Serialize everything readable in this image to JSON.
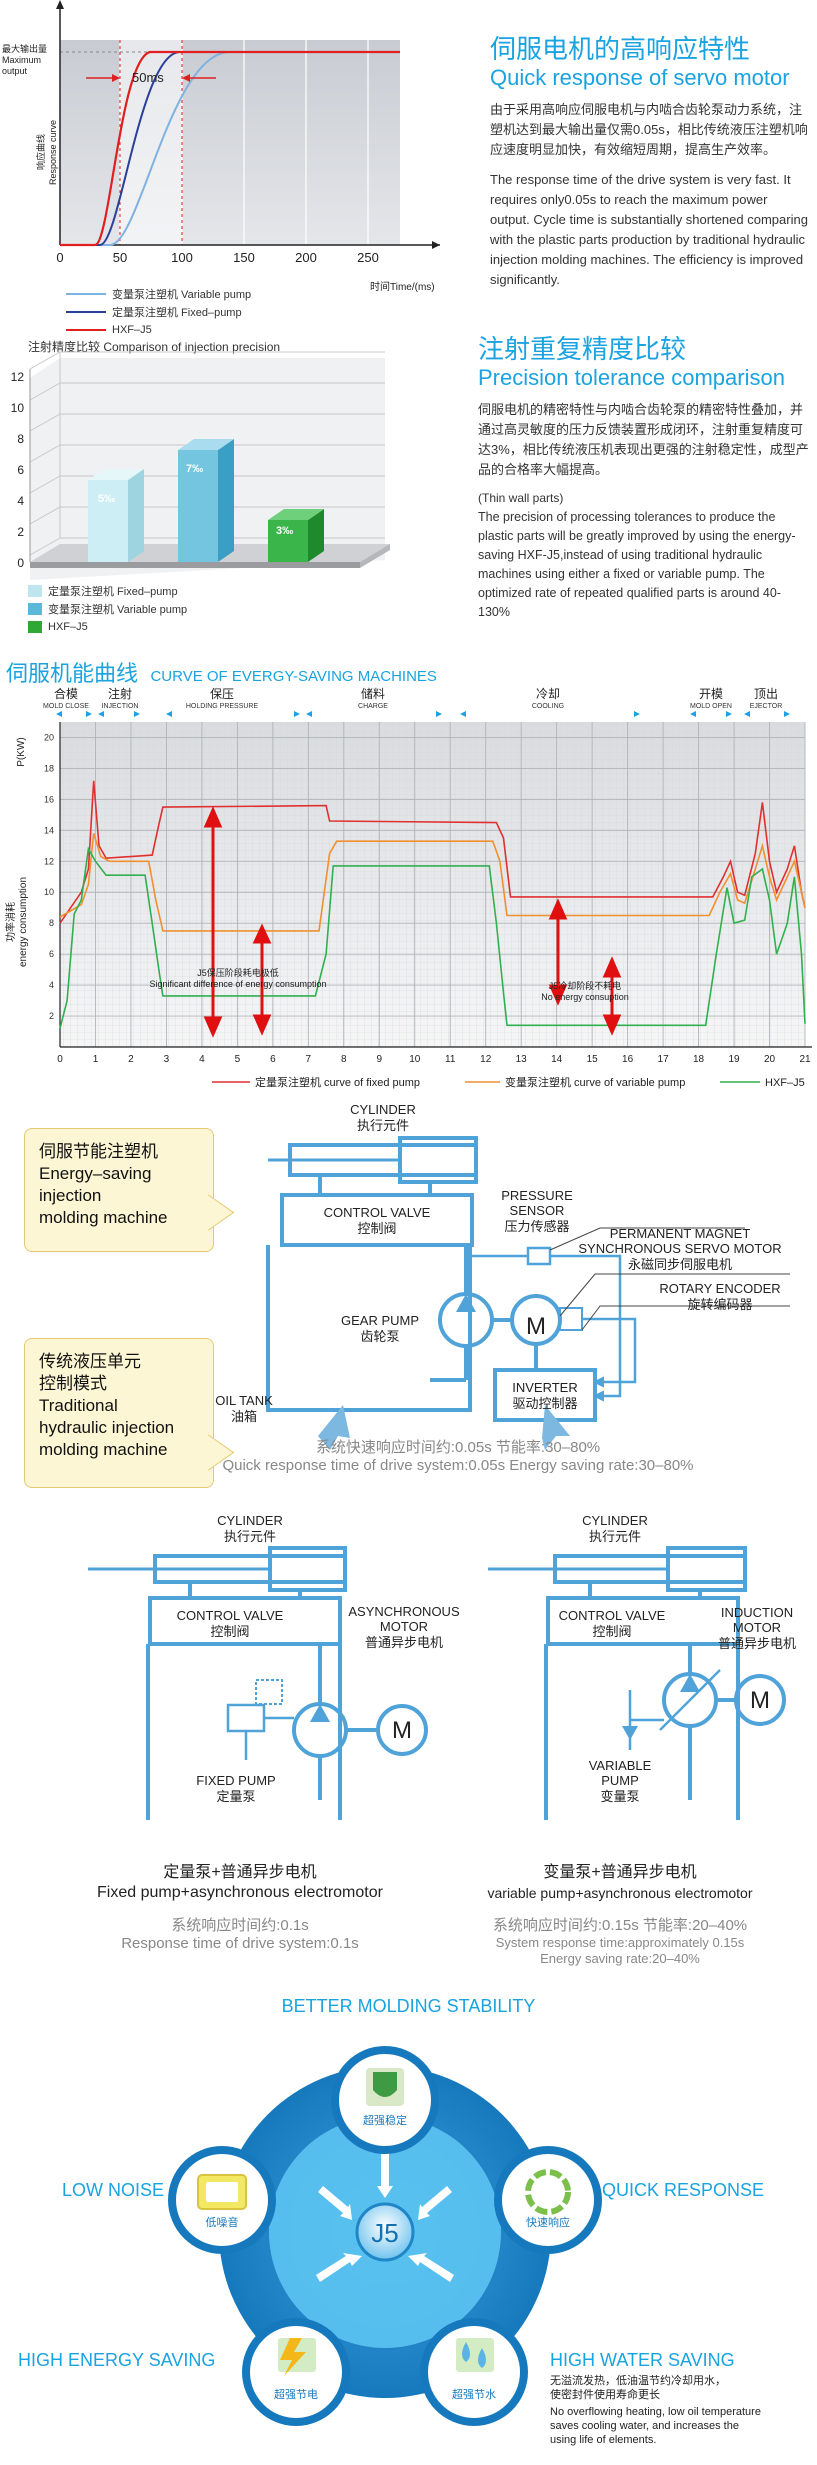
{
  "response_section": {
    "title_cn": "伺服电机的高响应特性",
    "title_en": "Quick response of servo motor",
    "para_cn": "由于采用高响应伺服电机与内啮合齿轮泵动力系统，注塑机达到最大输出量仅需0.05s，相比传统液压注塑机响应速度明显加快，有效缩短周期，提高生产效率。",
    "para_en": "The response time of the drive system is very fast. It requires only0.05s to reach the maximum power output. Cycle time is substantially shortened comparing with the plastic parts production by traditional hydraulic injection molding machines. The efficiency is improved significantly."
  },
  "response_chart": {
    "y_label_cn": "最大输出量",
    "y_label_en1": "Maximum",
    "y_label_en2": "output",
    "y_axis_cn": "响应曲线",
    "y_axis_en": "Response curve",
    "x_label": "时间Time/(ms)",
    "annotation": "50ms",
    "ticks": [
      "0",
      "50",
      "100",
      "150",
      "200",
      "250"
    ],
    "legend": [
      {
        "label": "变量泵注塑机 Variable pump",
        "color": "#7fb2e0"
      },
      {
        "label": "定量泵注塑机 Fixed–pump",
        "color": "#2a3f9a"
      },
      {
        "label": "HXF–J5",
        "color": "#e02020"
      }
    ]
  },
  "precision_chart": {
    "title": "注射精度比较 Comparison of injection precision",
    "y_ticks": [
      "0",
      "2",
      "4",
      "6",
      "8",
      "10",
      "12"
    ],
    "legend": [
      {
        "label": "定量泵注塑机 Fixed–pump",
        "color": "#bfe6ef"
      },
      {
        "label": "变量泵注塑机 Variable pump",
        "color": "#5bb8d8"
      },
      {
        "label": "HXF–J5",
        "color": "#2fa836"
      }
    ]
  },
  "precision_section": {
    "title_cn": "注射重复精度比较",
    "title_en": "Precision tolerance comparison",
    "para_cn": "伺服电机的精密特性与内啮合齿轮泵的精密特性叠加，并通过高灵敏度的压力反馈装置形成闭环，注射重复精度可达3%，相比传统液压机表现出更强的注射稳定性，成型产品的合格率大幅提高。",
    "note": "(Thin wall parts)",
    "para_en": "The precision of processing tolerances to produce the plastic parts will be greatly improved by using the energy-saving HXF-J5,instead of using traditional hydraulic machines using either a fixed or variable pump. The optimized rate of repeated qualified parts is around 40-130%"
  },
  "energy_chart": {
    "title_cn": "伺服机能曲线",
    "title_en": "CURVE OF EVERGY-SAVING MACHINES",
    "y_unit": "P(KW)",
    "y_axis_cn": "功率消耗",
    "y_axis_en": "energy consumption",
    "y_ticks": [
      "2",
      "4",
      "6",
      "8",
      "10",
      "12",
      "14",
      "16",
      "18",
      "20"
    ],
    "x_ticks": [
      "0",
      "1",
      "2",
      "3",
      "4",
      "5",
      "6",
      "7",
      "8",
      "9",
      "10",
      "11",
      "12",
      "13",
      "14",
      "15",
      "16",
      "17",
      "18",
      "19",
      "20",
      "21"
    ],
    "phases": [
      {
        "cn": "合模",
        "en": "MOLD CLOSE"
      },
      {
        "cn": "注射",
        "en": "INJECTION"
      },
      {
        "cn": "保压",
        "en": "HOLDING PRESSURE"
      },
      {
        "cn": "储料",
        "en": "CHARGE"
      },
      {
        "cn": "冷却",
        "en": "COOLING"
      },
      {
        "cn": "开模",
        "en": "MOLD OPEN"
      },
      {
        "cn": "顶出",
        "en": "EJECTOR"
      }
    ],
    "note1_cn": "J5保压阶段耗电极低",
    "note1_en": "Significant difference of energy consumption",
    "note2_cn": "J5冷却阶段不耗电",
    "note2_en": "No energy consuption",
    "legend": [
      {
        "label": "定量泵注塑机 curve of fixed pump",
        "color": "#e03030"
      },
      {
        "label": "变量泵注塑机 curve of variable pump",
        "color": "#f09030"
      },
      {
        "label": "HXF–J5",
        "color": "#30b050"
      }
    ]
  },
  "servo_diagram": {
    "callout1": [
      "伺服节能注塑机",
      "Energy–saving",
      "injection",
      "molding machine"
    ],
    "callout2": [
      "传统液压单元",
      "控制模式",
      "Traditional",
      "hydraulic injection",
      "molding machine"
    ],
    "cylinder_en": "CYLINDER",
    "cylinder_cn": "执行元件",
    "valve_en": "CONTROL VALVE",
    "valve_cn": "控制阀",
    "pressure_en1": "PRESSURE",
    "pressure_en2": "SENSOR",
    "pressure_cn": "压力传感器",
    "pm_en1": "PERMANENT MAGNET",
    "pm_en2": "SYNCHRONOUS SERVO MOTOR",
    "pm_cn": "永磁同步伺服电机",
    "encoder_en": "ROTARY ENCODER",
    "encoder_cn": "旋转编码器",
    "gear_en": "GEAR PUMP",
    "gear_cn": "齿轮泵",
    "motor": "M",
    "oil_en": "OIL TANK",
    "oil_cn": "油箱",
    "inverter_en": "INVERTER",
    "inverter_cn": "驱动控制器",
    "caption_cn": "系统快速响应时间约:0.05s     节能率:30–80%",
    "caption_en": "Quick response time of drive system:0.05s    Energy saving rate:30–80%"
  },
  "fixed_diagram": {
    "async_en1": "ASYNCHRONOUS",
    "async_en2": "MOTOR",
    "async_cn": "普通异步电机",
    "pump_en": "FIXED PUMP",
    "pump_cn": "定量泵",
    "title_cn": "定量泵+普通异步电机",
    "title_en": "Fixed pump+asynchronous electromotor",
    "cap_cn": "系统响应时间约:0.1s",
    "cap_en": "Response time of drive system:0.1s"
  },
  "variable_diagram": {
    "ind_en1": "INDUCTION",
    "ind_en2": "MOTOR",
    "ind_cn": "普通异步电机",
    "pump_en1": "VARIABLE",
    "pump_en2": "PUMP",
    "pump_cn": "变量泵",
    "title_cn": "变量泵+普通异步电机",
    "title_en": "variable pump+asynchronous electromotor",
    "cap_cn": "系统响应时间约:0.15s  节能率:20–40%",
    "cap_en1": "System response time:approximately 0.15s",
    "cap_en2": "Energy saving rate:20–40%"
  },
  "features": {
    "center": "J5",
    "top_label": "BETTER MOLDING STABILITY",
    "top_cn": "超强稳定",
    "left_label": "LOW NOISE",
    "left_cn": "低噪音",
    "right_label": "QUICK RESPONSE",
    "right_cn": "快速响应",
    "bl_label": "HIGH ENERGY SAVING",
    "bl_cn": "超强节电",
    "br_label": "HIGH WATER SAVING",
    "br_cn": "超强节水",
    "water_cn1": "无溢流发热，低油温节约冷却用水，",
    "water_cn2": "使密封件使用寿命更长",
    "water_en1": "No overflowing heating, low oil temperature",
    "water_en2": "saves cooling water, and increases the",
    "water_en3": "using life of elements."
  }
}
